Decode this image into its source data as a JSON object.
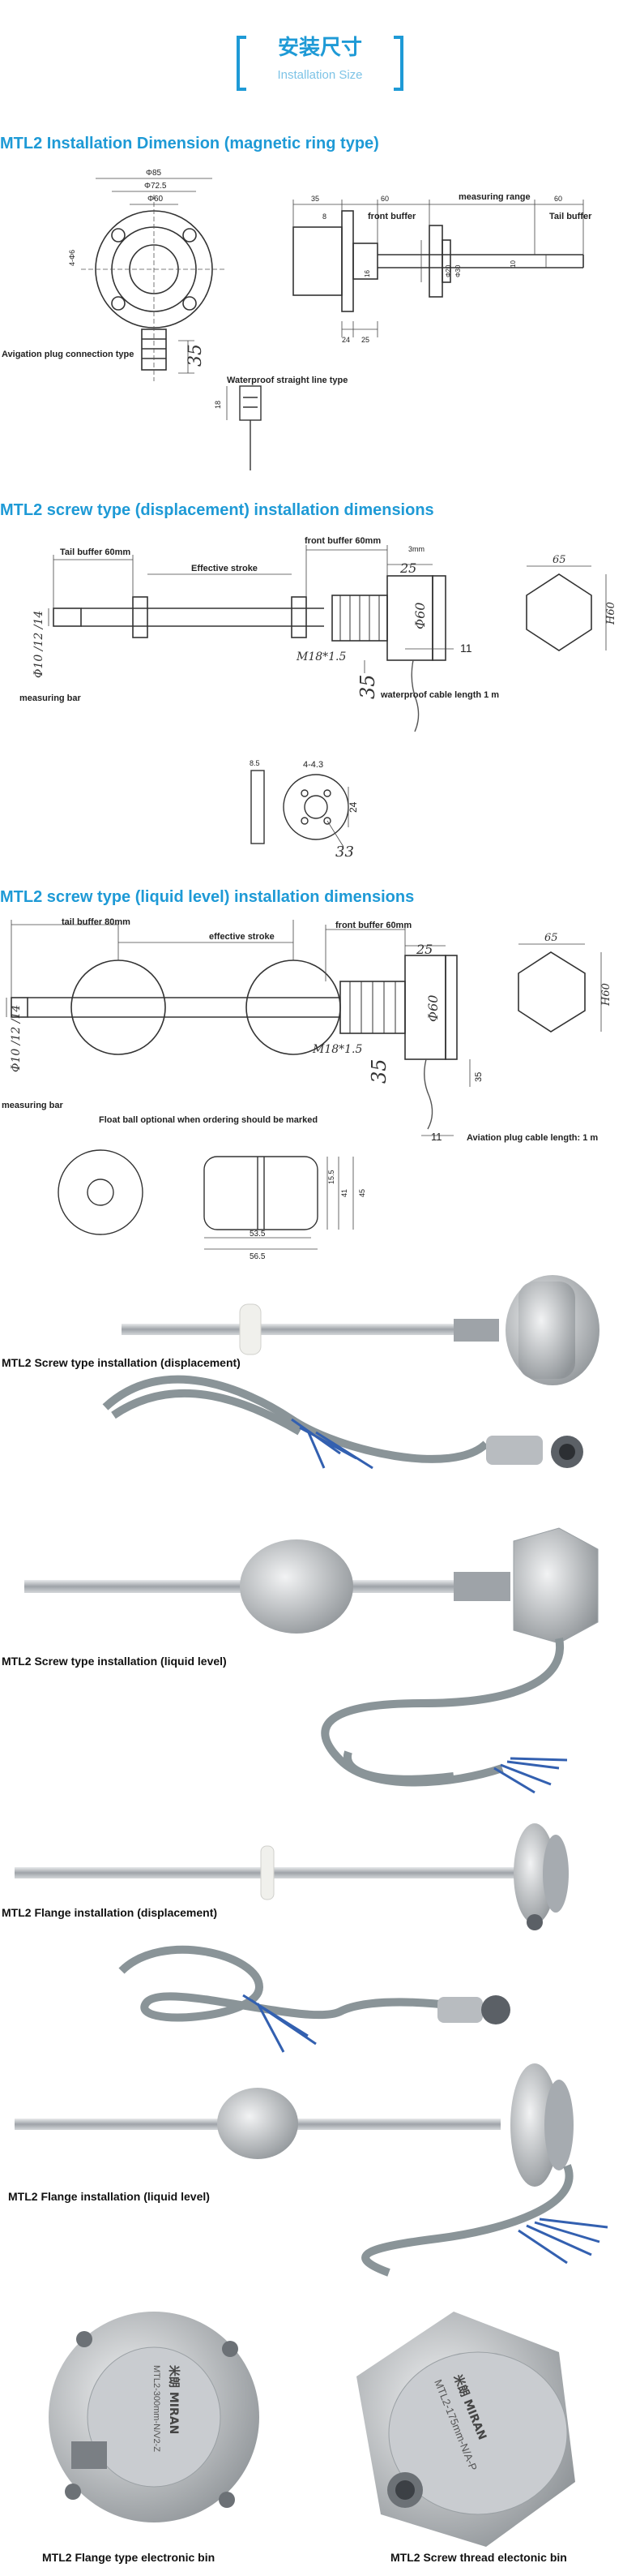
{
  "header": {
    "title_cn": "安装尺寸",
    "subtitle": "Installation Size"
  },
  "sections": {
    "s1": {
      "title": "MTL2 Installation Dimension (magnetic ring type)",
      "front_buffer": "front buffer",
      "measuring_range": "measuring range",
      "tail_buffer": "Tail buffer",
      "aviation_plug": "Avigation plug connection type",
      "waterproof_line": "Waterproof straight line type",
      "dims": {
        "d85": "Φ85",
        "d725": "Φ72.5",
        "d60": "Φ60",
        "v35": "35",
        "v8": "8",
        "v60a": "60",
        "v60b": "60",
        "v24": "24",
        "v25": "25",
        "v16": "16",
        "v10": "10",
        "v20": "Φ20",
        "v30": "Φ30",
        "v46": "4-Φ6",
        "v35b": "35",
        "v18": "18"
      }
    },
    "s2": {
      "title": "MTL2 screw type (displacement) installation dimensions",
      "tail_buffer": "Tail buffer 60mm",
      "effective_stroke": "Effective stroke",
      "front_buffer": "front buffer 60mm",
      "measuring_bar": "measuring bar",
      "cable": "waterproof cable length 1 m",
      "rod_dia": "Φ10 /12 /14",
      "thread": "M18*1.5",
      "d60": "Φ60",
      "v25": "25",
      "v35": "35",
      "v11": "11",
      "v3mm": "3mm",
      "hex65": "65",
      "hex60": "H60",
      "ring_85": "8.5",
      "ring_43": "4-4.3",
      "ring_24": "24",
      "ring_33": "33"
    },
    "s3": {
      "title": "MTL2 screw type (liquid level) installation dimensions",
      "tail_buffer": "tail buffer 80mm",
      "effective_stroke": "effective stroke",
      "front_buffer": "front buffer 60mm",
      "measuring_bar": "measuring bar",
      "float_note": "Float ball optional when ordering should be marked",
      "cable": "Aviation plug cable length: 1 m",
      "rod_dia": "Φ10 /12 /14",
      "thread": "M18*1.5",
      "d60": "Φ60",
      "v25": "25",
      "v35": "35",
      "v35b": "35",
      "v11": "11",
      "hex65": "65",
      "hex60": "H60",
      "f155": "15.5",
      "f41": "41",
      "f45": "45",
      "f535": "53.5",
      "f565": "56.5"
    }
  },
  "photos": {
    "p1": "MTL2 Screw type installation (displacement)",
    "p2": "MTL2 Screw type installation (liquid level)",
    "p3": "MTL2 Flange installation (displacement)",
    "p4": "MTL2 Flange installation (liquid level)",
    "p5": "MTL2 Flange type electronic bin",
    "p6": "MTL2 Screw thread electonic bin",
    "label1_brand": "米朗 MIRAN",
    "label1_model": "MTL2-300mm-N/V2-Z",
    "label2_brand": "米朗 MIRAN",
    "label2_model": "MTL2-175mm-N/A-P"
  },
  "colors": {
    "accent": "#1e9ad6",
    "steel": "#b8bcc0",
    "cable": "#8a9498"
  }
}
